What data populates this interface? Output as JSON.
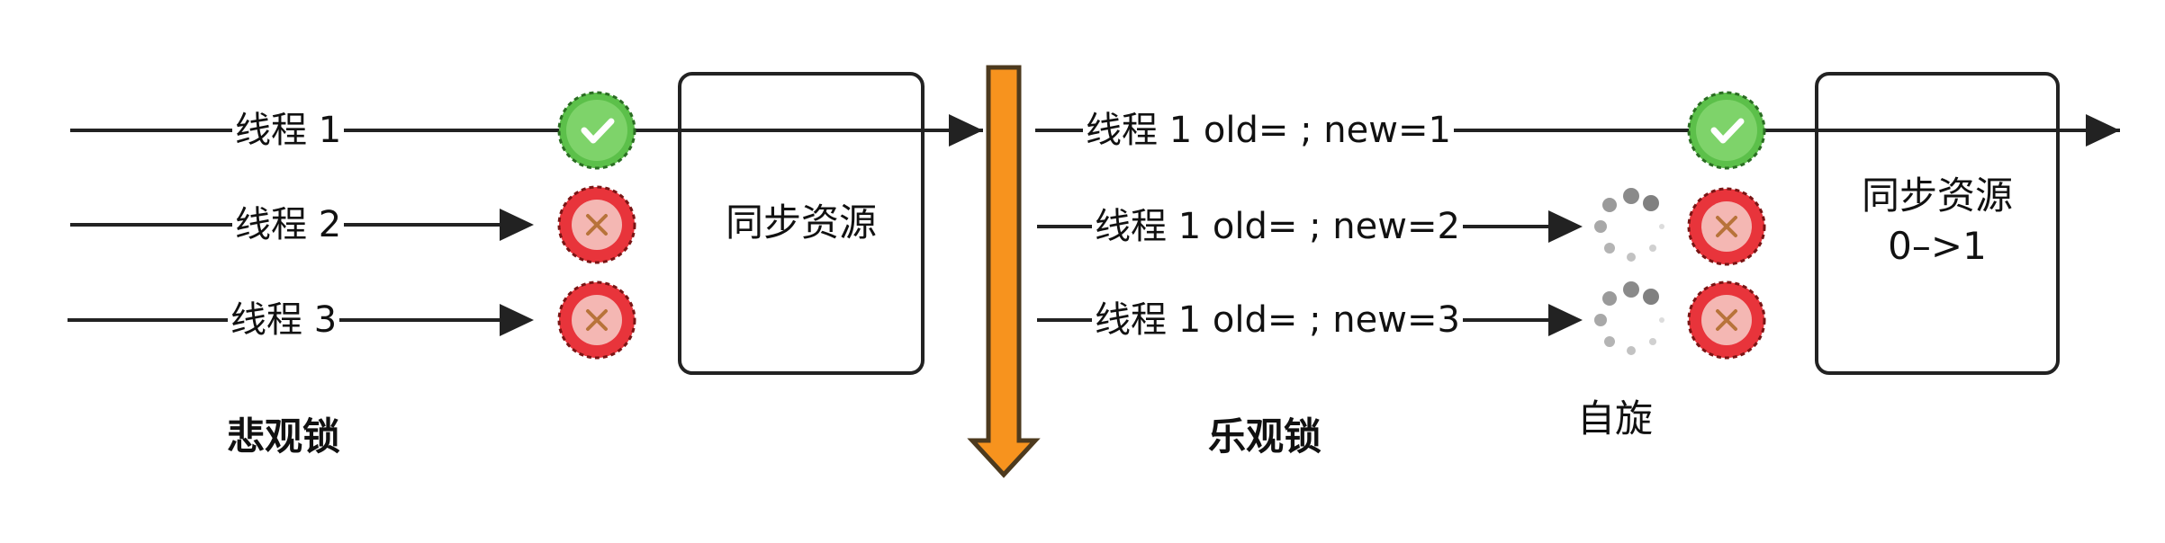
{
  "left": {
    "caption": "悲观锁",
    "threads": [
      "线程 1",
      "线程 2",
      "线程 3"
    ],
    "resource_label": "同步资源"
  },
  "right": {
    "caption": "乐观锁",
    "threads": [
      "线程 1 old= ; new=1",
      "线程 1 old= ; new=2",
      "线程 1 old= ; new=3"
    ],
    "resource_label": "同步资源",
    "resource_value": "0–>1",
    "spin_label": "自旋"
  },
  "colors": {
    "line": "#222222",
    "divider_fill": "#f7931e",
    "divider_stroke": "#4d3a1e",
    "success": "#5cc04a",
    "fail": "#e8343b"
  },
  "icons": {
    "success": "check-circle-icon",
    "fail": "cross-circle-icon",
    "spinner": "spinner-icon"
  }
}
